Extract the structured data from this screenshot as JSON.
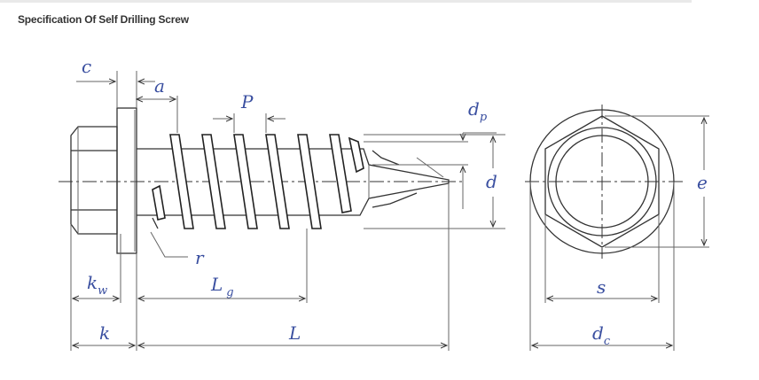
{
  "page": {
    "title": "Specification Of Self Drilling Screw"
  },
  "diagram": {
    "labels": {
      "c": "c",
      "a": "a",
      "P": "P",
      "dp": "d",
      "dp_sub": "p",
      "d": "d",
      "e": "e",
      "r": "r",
      "kw": "k",
      "kw_sub": "w",
      "Lg": "L",
      "Lg_sub": "g",
      "k": "k",
      "L": "L",
      "s": "s",
      "dc": "d",
      "dc_sub": "c"
    }
  }
}
